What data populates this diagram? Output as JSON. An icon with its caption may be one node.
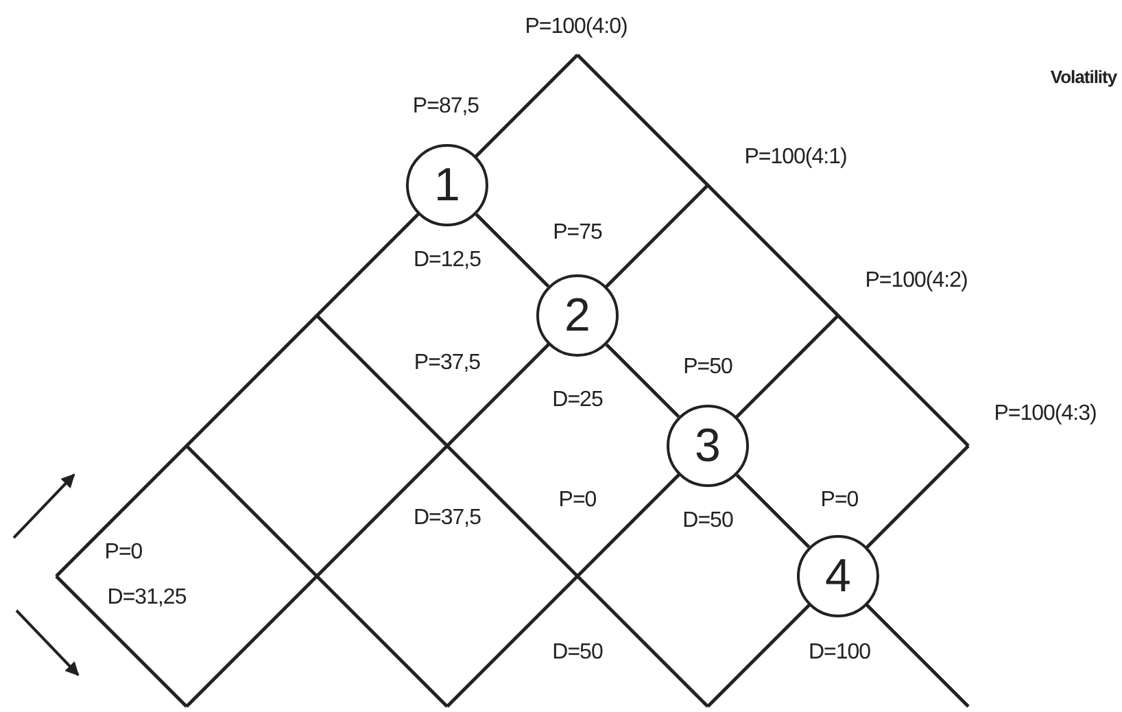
{
  "diagram": {
    "nodes": [
      {
        "text": [
          "1"
        ]
      },
      {
        "text": [
          "2"
        ]
      },
      {
        "text": [
          "3"
        ]
      },
      {
        "text": [
          "4"
        ]
      }
    ],
    "edges": [
      {
        "from": 0,
        "to": 1,
        "arrow": "none"
      },
      {
        "from": 1,
        "to": 2,
        "arrow": "none"
      },
      {
        "from": 2,
        "to": 3,
        "arrow": "none"
      }
    ],
    "labels": [
      "P=100(4:0)",
      "Volatility",
      "P=87,5",
      "P=100(4:1)",
      "P=75",
      "D=12,5",
      "P=100(4:2)",
      "P=37,5",
      "P=50",
      "D=25",
      "P=100(4:3)",
      "P=0",
      "P=0",
      "D=37,5",
      "D=50",
      "P=0",
      "D=31,25",
      "D=50",
      "D=100"
    ]
  }
}
